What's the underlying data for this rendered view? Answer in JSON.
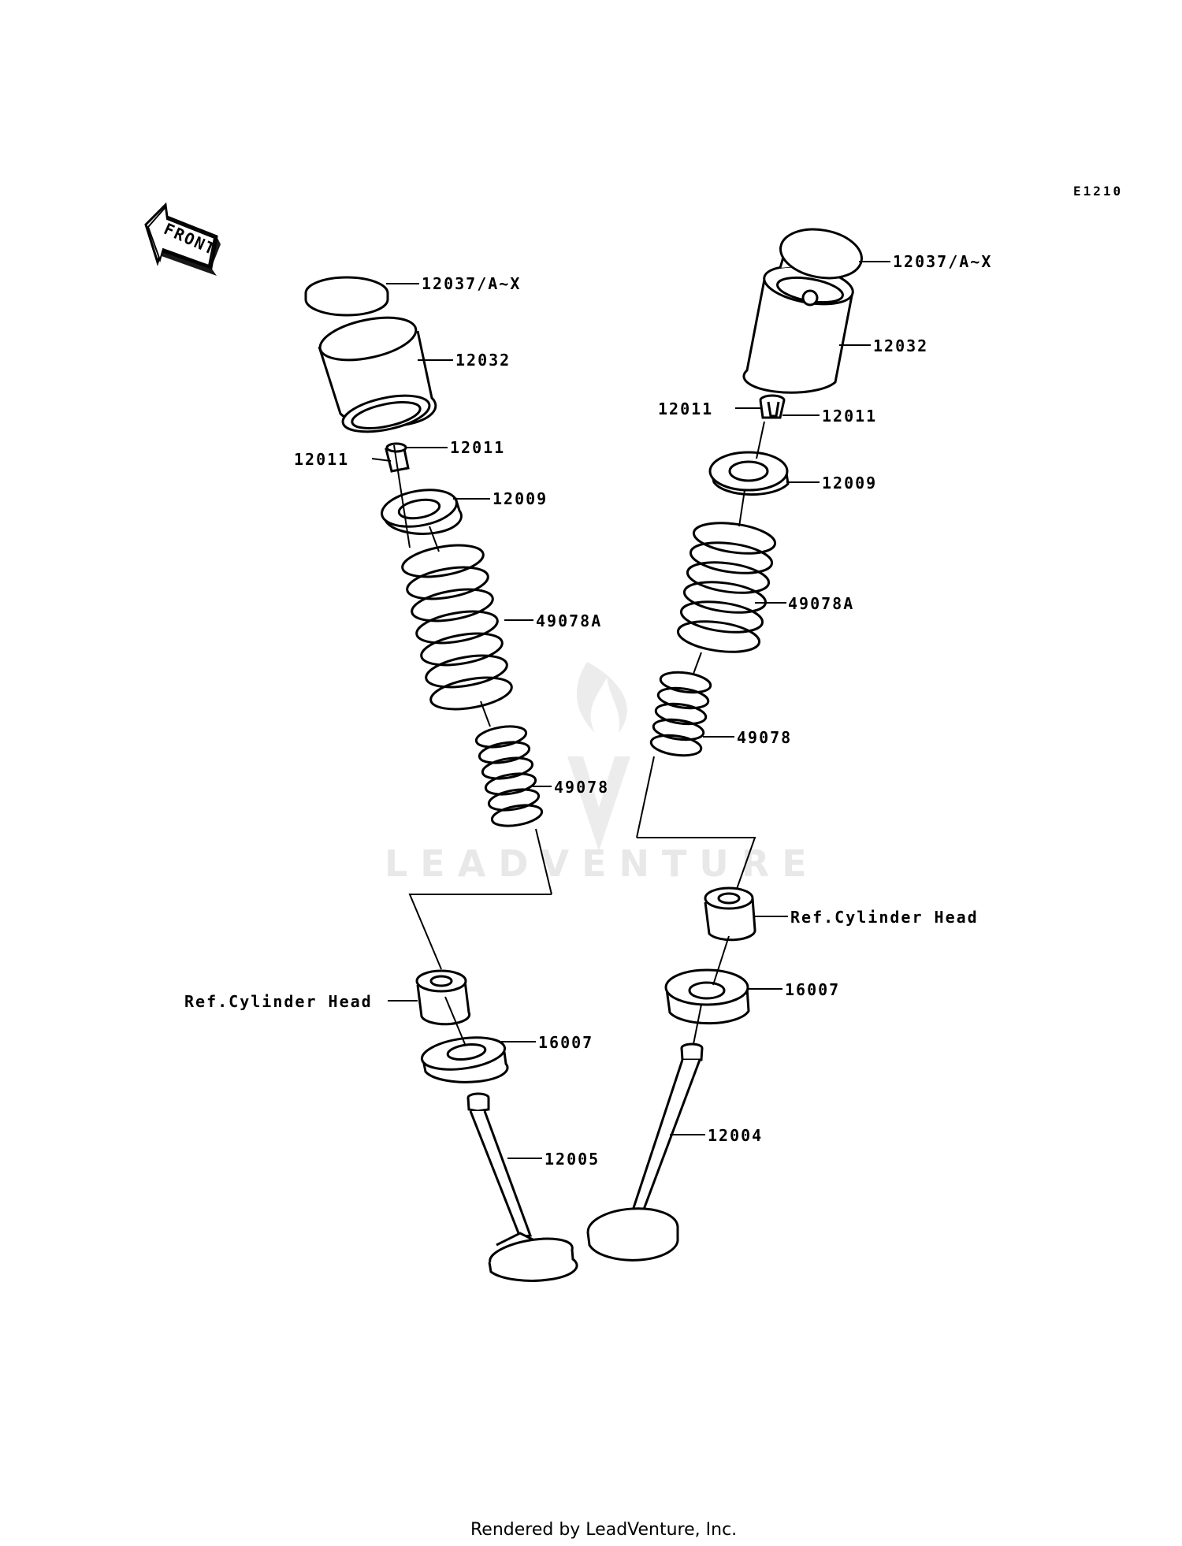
{
  "diagram_code": "E1210",
  "front_label": "FRONT",
  "watermark": "LEADVENTURE",
  "footer": "Rendered by LeadVenture, Inc.",
  "left_valve": {
    "shim": "12037/A~X",
    "tappet": "12032",
    "cotter_left": "12011",
    "cotter_right": "12011",
    "retainer": "12009",
    "outer_spring": "49078A",
    "inner_spring": "49078",
    "ref": "Ref.Cylinder Head",
    "seal": "16007",
    "valve": "12005"
  },
  "right_valve": {
    "shim": "12037/A~X",
    "tappet": "12032",
    "cotter_left": "12011",
    "cotter_right": "12011",
    "retainer": "12009",
    "outer_spring": "49078A",
    "inner_spring": "49078",
    "ref": "Ref.Cylinder Head",
    "seal": "16007",
    "valve": "12004"
  },
  "colors": {
    "line": "#000000",
    "watermark": "#e8e8e8",
    "background": "#ffffff"
  }
}
